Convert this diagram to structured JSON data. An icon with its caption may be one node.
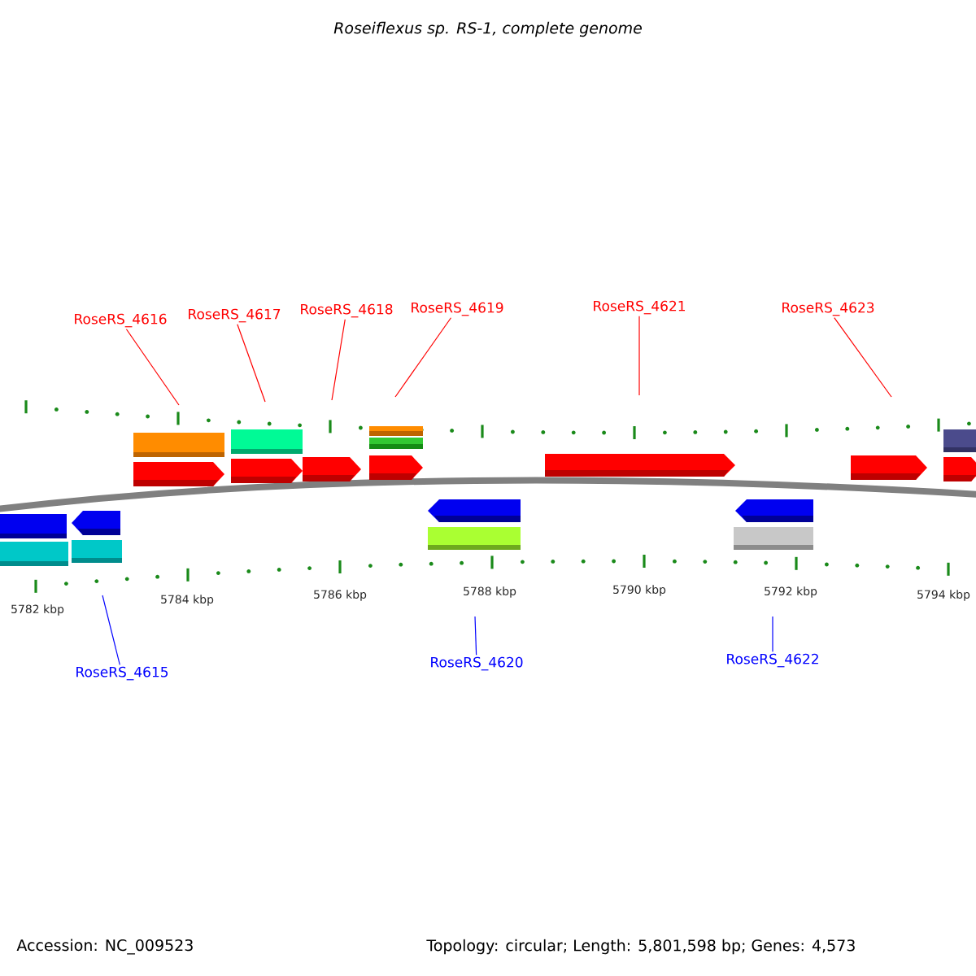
{
  "diagram": {
    "title": "Roseiflexus sp. RS-1, complete genome",
    "nodes": [
      {
        "text": [
          "RoseRS_4616"
        ]
      },
      {
        "text": [
          "RoseRS_4617"
        ]
      },
      {
        "text": [
          "RoseRS_4618"
        ]
      },
      {
        "text": [
          "RoseRS_4619"
        ]
      },
      {
        "text": [
          "RoseRS_4621"
        ]
      },
      {
        "text": [
          "RoseRS_4623"
        ]
      },
      {
        "text": [
          "RoseRS_4615"
        ]
      },
      {
        "text": [
          "RoseRS_4620"
        ]
      },
      {
        "text": [
          "RoseRS_4622"
        ]
      }
    ],
    "edges": [
      {
        "from": 0,
        "to": null,
        "arrow": "none"
      },
      {
        "from": 1,
        "to": null,
        "arrow": "none"
      },
      {
        "from": 2,
        "to": null,
        "arrow": "none"
      },
      {
        "from": 3,
        "to": null,
        "arrow": "none"
      },
      {
        "from": 4,
        "to": null,
        "arrow": "none"
      },
      {
        "from": 5,
        "to": null,
        "arrow": "none"
      },
      {
        "from": 6,
        "to": null,
        "arrow": "none",
        "color": "#0000ff"
      },
      {
        "from": 7,
        "to": null,
        "arrow": "none",
        "color": "#0000ff"
      },
      {
        "from": 8,
        "to": null,
        "arrow": "none",
        "color": "#0000ff"
      }
    ],
    "labels": [
      "5782 kbp",
      "5784 kbp",
      "5786 kbp",
      "5788 kbp",
      "5790 kbp",
      "5792 kbp",
      "5794 kbp",
      "Accession: NC_009523",
      "Topology: circular; Length: 5,801,598 bp; Genes: 4,573"
    ]
  }
}
